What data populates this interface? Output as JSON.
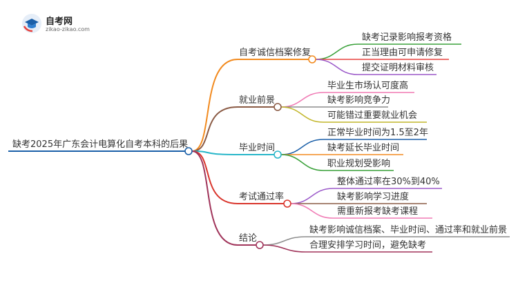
{
  "logo": {
    "title": "自考网",
    "url": "zikao-zikao.com"
  },
  "root": {
    "label": "缺考2025年广东会计电算化自考本科的后果",
    "color": "#1a5fa8"
  },
  "branches": [
    {
      "label": "自考诚信档案修复",
      "color": "#f28a1e",
      "children": [
        {
          "label": "缺考记录影响报考资格",
          "color": "#3aa13a"
        },
        {
          "label": "正当理由可申请修复",
          "color": "#e8413c"
        },
        {
          "label": "提交证明材料审核",
          "color": "#9b59c9"
        }
      ]
    },
    {
      "label": "就业前景",
      "color": "#8a5a44",
      "children": [
        {
          "label": "毕业生市场认可度高",
          "color": "#f07ab4"
        },
        {
          "label": "缺考影响竞争力",
          "color": "#8c8c8c"
        },
        {
          "label": "可能错过重要就业机会",
          "color": "#c2b62a"
        }
      ]
    },
    {
      "label": "毕业时间",
      "color": "#27b6c9",
      "children": [
        {
          "label": "正常毕业时间为1.5至2年",
          "color": "#1a5fa8"
        },
        {
          "label": "缺考延长毕业时间",
          "color": "#f28a1e"
        },
        {
          "label": "职业规划受影响",
          "color": "#3aa13a"
        }
      ]
    },
    {
      "label": "考试通过率",
      "color": "#d9342b",
      "children": [
        {
          "label": "整体通过率在30%到40%",
          "color": "#9b59c9"
        },
        {
          "label": "缺考影响学习进度",
          "color": "#8a5a44"
        },
        {
          "label": "需重新报考缺考课程",
          "color": "#f07ab4"
        }
      ]
    },
    {
      "label": "结论",
      "color": "#a0345a",
      "children": [
        {
          "label": "缺考影响诚信档案、毕业时间、通过率和就业前景",
          "color": "#8c8c8c"
        },
        {
          "label": "合理安排学习时间，避免缺考",
          "color": "#a0345a"
        }
      ]
    }
  ]
}
